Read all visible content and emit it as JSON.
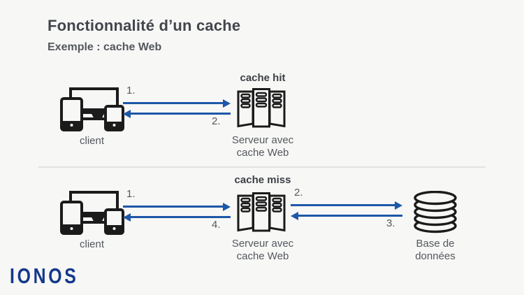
{
  "header": {
    "title": "Fonctionnalité d’un cache",
    "subtitle": "Exemple : cache Web"
  },
  "diagram_top": {
    "scenario_label": "cache hit",
    "client_label": "client",
    "server_label": [
      "Serveur avec",
      "cache Web"
    ],
    "steps": {
      "request": "1.",
      "response": "2."
    }
  },
  "diagram_bottom": {
    "scenario_label": "cache miss",
    "client_label": "client",
    "server_label": [
      "Serveur avec",
      "cache Web"
    ],
    "database_label": [
      "Base de",
      "données"
    ],
    "steps": {
      "request": "1.",
      "forward": "2.",
      "db_response": "3.",
      "response": "4."
    }
  },
  "footer": {
    "logo": "IONOS"
  },
  "colors": {
    "background": "#f7f7f6",
    "arrow_blue": "#1d57a8",
    "icon_black": "#1b1b1b",
    "text_dark": "#42464c",
    "text_gray": "#54585d",
    "scenario_dark": "#3c4045",
    "brand_blue": "#14388b",
    "divider": "#e2e2e0"
  }
}
